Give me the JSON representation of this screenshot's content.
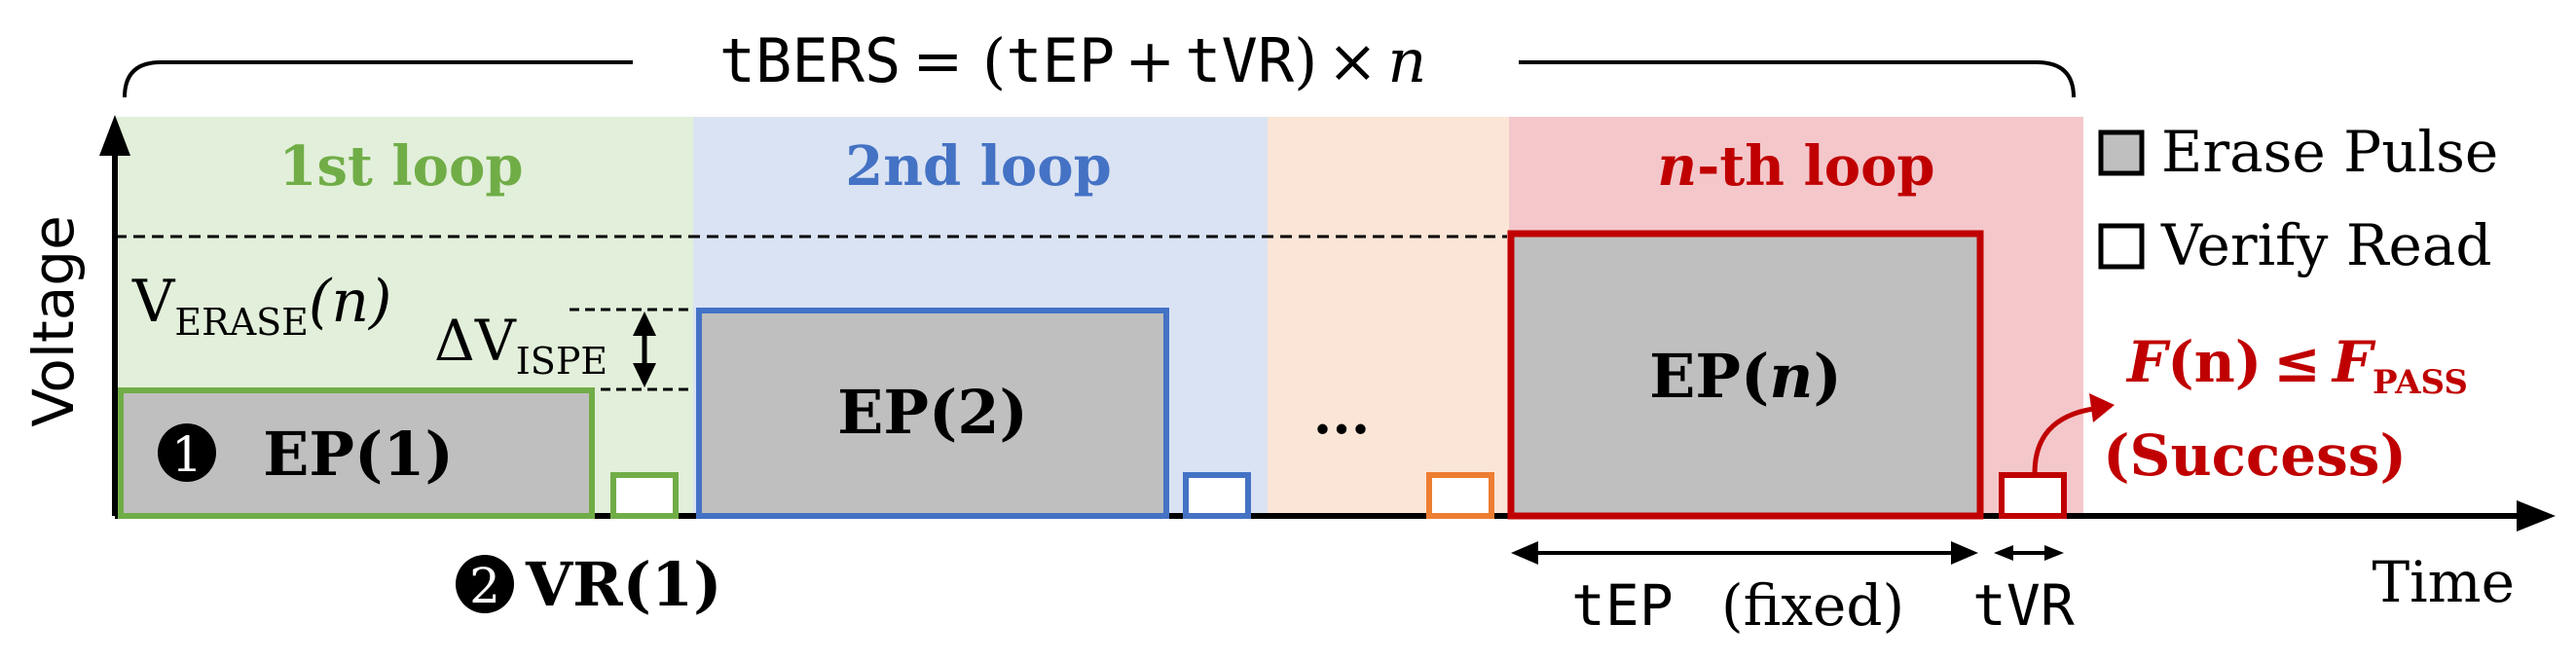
{
  "formula": {
    "lhs": "tBERS",
    "eq": "= (",
    "tep": "tEP",
    "plus": "+",
    "tvr": "tVR",
    "close": ")",
    "times": "×",
    "n": "n"
  },
  "loops": {
    "first": "1st loop",
    "second": "2nd loop",
    "nth_italic": "n",
    "nth_rest": "-th loop"
  },
  "legend": {
    "erase": "Erase Pulse",
    "verify": "Verify Read"
  },
  "axes": {
    "y": "Voltage",
    "x": "Time"
  },
  "verase": {
    "main": "V",
    "sub": "ERASE",
    "arg": "(n)"
  },
  "dv": {
    "main": "ΔV",
    "sub": "ISPE"
  },
  "pulses": {
    "ep1": "EP(1)",
    "ep2": "EP(2)",
    "ellipsis": "...",
    "epn_pre": "EP(",
    "epn_n": "n",
    "epn_post": ")"
  },
  "markers": {
    "one": "1",
    "two": "2",
    "vr1": "VR(1)"
  },
  "success": {
    "f": "F",
    "arg": "(n)",
    "le": "≤",
    "f2": "F",
    "sub": "PASS",
    "label": "(Success)"
  },
  "times": {
    "tep": "tEP",
    "fixed": "(fixed)",
    "tvr": "tVR"
  },
  "colors": {
    "green": "#70ad47",
    "blue": "#4472c4",
    "orange": "#ed7d31",
    "red": "#c00000",
    "pulse_fill": "#bfbfbf"
  }
}
